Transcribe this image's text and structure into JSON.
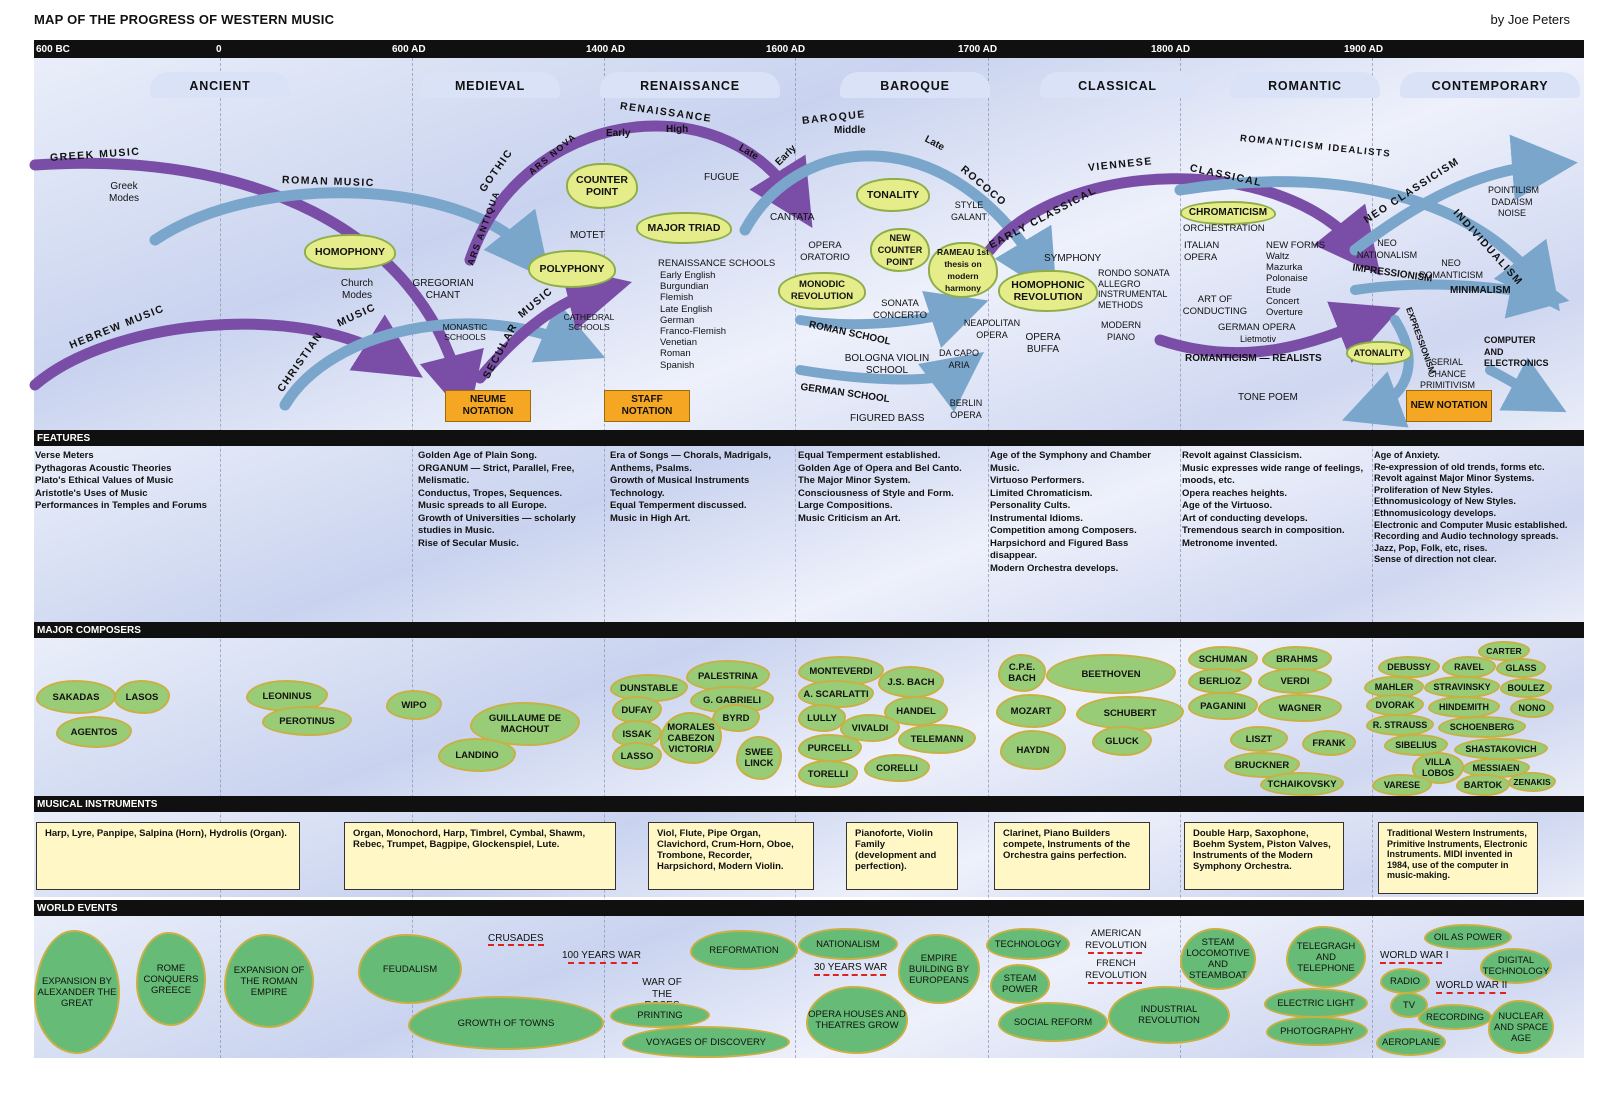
{
  "header": {
    "title": "MAP OF THE PROGRESS OF WESTERN MUSIC",
    "byline": "by  Joe Peters"
  },
  "timeline": [
    "600 BC",
    "0",
    "600 AD",
    "1400 AD",
    "1600 AD",
    "1700 AD",
    "1800 AD",
    "1900 AD"
  ],
  "eras": [
    "ANCIENT",
    "MEDIEVAL",
    "RENAISSANCE",
    "BAROQUE",
    "CLASSICAL",
    "ROMANTIC",
    "CONTEMPORARY"
  ],
  "sections": {
    "features": "FEATURES",
    "composers": "MAJOR COMPOSERS",
    "instruments": "MUSICAL INSTRUMENTS",
    "events": "WORLD EVENTS"
  },
  "arcs": {
    "greek": "GREEK MUSIC",
    "roman": "ROMAN MUSIC",
    "hebrew": "HEBREW MUSIC",
    "christian": "CHRISTIAN",
    "music": "MUSIC",
    "gothic": "GOTHIC",
    "ars_antiqua": "ARS ANTIQUA",
    "ars_nova": "ARS NOVA",
    "secular": "SECULAR",
    "secular_music": "MUSIC",
    "renaissance": "RENAISSANCE",
    "early": "Early",
    "high": "High",
    "late": "Late",
    "early2": "Early",
    "baroque": "BAROQUE",
    "middle": "Middle",
    "late2": "Late",
    "rococo": "ROCOCO",
    "early_classical": "EARLY CLASSICAL",
    "viennese": "VIENNESE",
    "classical": "CLASSICAL",
    "romanticism_idealists": "ROMANTICISM IDEALISTS",
    "neo_classicism": "NEO CLASSICISM",
    "individualism": "INDIVIDUALISM",
    "impressionism": "IMPRESSIONISM",
    "minimalism": "MINIMALISM",
    "expressionism": "EXPRESSIONISM",
    "romanticism_realists": "ROMANTICISM — REALISTS",
    "roman_school": "ROMAN SCHOOL",
    "german_school": "GERMAN SCHOOL"
  },
  "concepts": {
    "homophony": "HOMOPHONY",
    "polyphony": "POLYPHONY",
    "counter_point": "COUNTER POINT",
    "major_triad": "MAJOR TRIAD",
    "tonality": "TONALITY",
    "new_counter_point": "NEW COUNTER POINT",
    "rameau": "RAMEAU 1st thesis on modern harmony",
    "monodic": "MONODIC REVOLUTION",
    "homophonic": "HOMOPHONIC REVOLUTION",
    "chromaticism": "CHROMATICISM",
    "atonality": "ATONALITY"
  },
  "notations": {
    "neume": "NEUME NOTATION",
    "staff": "STAFF NOTATION",
    "new": "NEW NOTATION"
  },
  "labels": {
    "greek_modes": "Greek Modes",
    "church_modes": "Church Modes",
    "gregorian": "GREGORIAN CHANT",
    "monastic": "MONASTIC SCHOOLS",
    "cathedral": "CATHEDRAL SCHOOLS",
    "motet": "MOTET",
    "fugue": "FUGUE",
    "cantata": "CANTATA",
    "renaissance_schools": "RENAISSANCE  SCHOOLS",
    "schools_list": [
      "Early  English",
      "Burgundian",
      "Flemish",
      "Late English",
      "German",
      "Franco-Flemish",
      "Venetian",
      "Roman",
      "Spanish"
    ],
    "opera_oratorio": "OPERA ORATORIO",
    "sonata_concerto": "SONATA CONCERTO",
    "bologna": "BOLOGNA VIOLIN SCHOOL",
    "figured_bass": "FIGURED BASS",
    "style_galant": "STYLE GALANT",
    "neapolitan": "NEAPOLITAN OPERA",
    "da_capo": "DA CAPO ARIA",
    "berlin_opera": "BERLIN OPERA",
    "opera_buffa": "OPERA BUFFA",
    "symphony": "SYMPHONY",
    "rondo_block": "RONDO SONATA ALLEGRO INSTRUMENTAL METHODS",
    "modern_piano": "MODERN PIANO",
    "orchestration": "ORCHESTRATION",
    "italian_opera": "ITALIAN OPERA",
    "new_forms": "NEW FORMS",
    "forms_list": [
      "Waltz",
      "Mazurka",
      "Polonaise",
      "Etude",
      "Concert",
      "Overture"
    ],
    "art_of_conducting": "ART OF CONDUCTING",
    "german_opera": "GERMAN OPERA",
    "lietmotiv": "Lietmotiv",
    "tone_poem": "TONE POEM",
    "neo_nationalism": "NEO NATIONALISM",
    "neo_romanticism": "NEO ROMANTICISM",
    "pointilism": "POINTILISM DADAISM NOISE",
    "serial": "SERIAL CHANCE PRIMITIVISM",
    "computer": "COMPUTER AND ELECTRONICS"
  },
  "features": [
    [
      "Verse Meters",
      "Pythagoras Acoustic Theories",
      "Plato's Ethical Values of Music",
      "Aristotle's Uses of Music",
      "Performances in Temples and Forums"
    ],
    [
      "Golden Age of Plain Song.",
      "ORGANUM — Strict, Parallel, Free, Melismatic.",
      "Conductus, Tropes, Sequences.",
      "Music spreads to all Europe.",
      "Growth of Universities — scholarly studies in Music.",
      "Rise of Secular Music."
    ],
    [
      "Era of Songs — Chorals, Madrigals, Anthems, Psalms.",
      "Growth of Musical Instruments Technology.",
      "Equal Temperment discussed.",
      "Music in High Art."
    ],
    [
      "Equal Temperment established.",
      "Golden Age of Opera and Bel Canto.",
      "The Major Minor System.",
      "Consciousness of Style and Form.",
      "Large Compositions.",
      "Music Criticism an Art."
    ],
    [
      "Age of the Symphony and Chamber Music.",
      "Virtuoso Performers.",
      "Limited Chromaticism.",
      "Personality Cults.",
      "Instrumental Idioms.",
      "Competition among Composers.",
      "Harpsichord and Figured Bass disappear.",
      "Modern Orchestra develops."
    ],
    [
      "Revolt against Classicism.",
      "Music expresses wide range of feelings, moods, etc.",
      "Opera reaches heights.",
      "Age of the Virtuoso.",
      "Art of conducting develops.",
      "Tremendous search in composition.",
      "Metronome invented."
    ],
    [
      "Age of Anxiety.",
      "Re-expression of old trends, forms etc.",
      "Revolt against Major Minor Systems.",
      "Proliferation of New Styles.",
      "Ethnomusicology of New Styles.",
      "Ethnomusicology develops.",
      "Electronic and Computer Music established.",
      "Recording and Audio technology spreads.",
      "Jazz, Pop, Folk, etc, rises.",
      "Sense of direction not clear."
    ]
  ],
  "composers": [
    "SAKADAS",
    "LASOS",
    "AGENTOS",
    "LEONINUS",
    "PEROTINUS",
    "WIPO",
    "GUILLAUME DE MACHOUT",
    "LANDINO",
    "PALESTRINA",
    "DUNSTABLE",
    "G. GABRIELI",
    "DUFAY",
    "BYRD",
    "ISSAK",
    "MORALES CABEZON VICTORIA",
    "LASSO",
    "SWEE LINCK",
    "MONTEVERDI",
    "J.S. BACH",
    "A. SCARLATTI",
    "HANDEL",
    "LULLY",
    "VIVALDI",
    "TELEMANN",
    "PURCELL",
    "CORELLI",
    "TORELLI",
    "C.P.E. BACH",
    "BEETHOVEN",
    "MOZART",
    "SCHUBERT",
    "HAYDN",
    "GLUCK",
    "SCHUMAN",
    "BRAHMS",
    "BERLIOZ",
    "VERDI",
    "PAGANINI",
    "WAGNER",
    "LISZT",
    "FRANK",
    "BRUCKNER",
    "TCHAIKOVSKY",
    "CARTER",
    "DEBUSSY",
    "RAVEL",
    "GLASS",
    "MAHLER",
    "STRAVINSKY",
    "BOULEZ",
    "DVORAK",
    "HINDEMITH",
    "NONO",
    "R. STRAUSS",
    "SCHOENBERG",
    "SIBELIUS",
    "SHASTAKOVICH",
    "VILLA LOBOS",
    "MESSIAEN",
    "VARESE",
    "BARTOK",
    "ZENAKIS"
  ],
  "instruments": [
    "Harp, Lyre, Panpipe, Salpina (Horn), Hydrolis (Organ).",
    "Organ, Monochord, Harp, Timbrel, Cymbal, Shawm, Rebec, Trumpet, Bagpipe, Glockenspiel, Lute.",
    "Viol, Flute, Pipe Organ, Clavichord, Crum-Horn, Oboe, Trombone, Recorder, Harpsichord,  Modern Violin.",
    "Pianoforte, Violin Family (development and  perfection).",
    "Clarinet, Piano  Builders compete, Instruments of the Orchestra gains perfection.",
    "Double Harp, Saxophone, Boehm System, Piston Valves, Instruments of the Modern Symphony Orchestra.",
    "Traditional Western Instruments, Primitive Instruments, Electronic Instruments. MIDI invented in  1984, use of the computer in music-making."
  ],
  "events": [
    "EXPANSION BY ALEXANDER THE GREAT",
    "ROME CONQUERS GREECE",
    "EXPANSION OF THE ROMAN EMPIRE",
    "FEUDALISM",
    "CRUSADES",
    "GROWTH OF TOWNS",
    "100 YEARS WAR",
    "WAR OF THE ROSES",
    "REFORMATION",
    "PRINTING",
    "VOYAGES OF DISCOVERY",
    "NATIONALISM",
    "30 YEARS WAR",
    "EMPIRE BUILDING BY EUROPEANS",
    "OPERA HOUSES AND THEATRES GROW",
    "TECHNOLOGY",
    "AMERICAN REVOLUTION",
    "FRENCH REVOLUTION",
    "STEAM POWER",
    "SOCIAL REFORM",
    "INDUSTRIAL REVOLUTION",
    "STEAM LOCOMOTIVE AND STEAMBOAT",
    "TELEGRAGH AND TELEPHONE",
    "ELECTRIC LIGHT",
    "PHOTOGRAPHY",
    "OIL AS POWER",
    "WORLD WAR I",
    "DIGITAL TECHNOLOGY",
    "RADIO",
    "WORLD WAR II",
    "TV",
    "RECORDING",
    "AEROPLANE",
    "NUCLEAR AND SPACE AGE"
  ]
}
